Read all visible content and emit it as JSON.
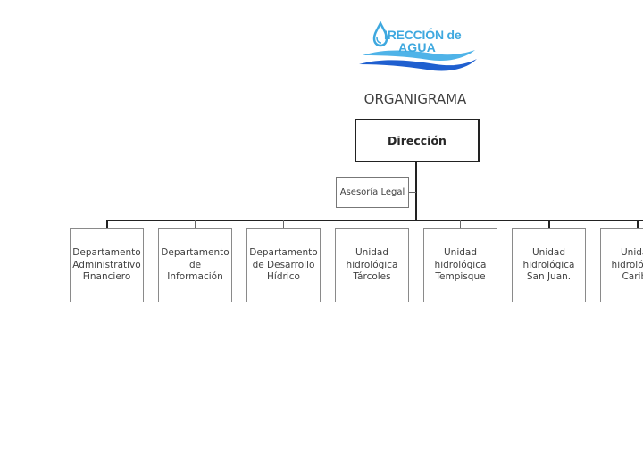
{
  "logo": {
    "line1": "IRECCIÓN de",
    "line2": "AGUA",
    "icon": "water-drop-icon",
    "colors": {
      "text": "#3ea8df",
      "wave_dark": "#1f5fcf",
      "wave_light": "#4fb3e8"
    }
  },
  "title": "ORGANIGRAMA",
  "chart": {
    "root": {
      "label": "Dirección"
    },
    "staff": {
      "label": "Asesoría Legal"
    },
    "units": [
      {
        "label": "Departamento Administrativo Financiero"
      },
      {
        "label": "Departamento de Información"
      },
      {
        "label": "Departamento de Desarrollo Hídrico"
      },
      {
        "label": "Unidad hidrológica Tárcoles"
      },
      {
        "label": "Unidad hidrológica Tempisque"
      },
      {
        "label": "Unidad hidrológica San Juan."
      },
      {
        "label": "Unidad hidrológica Caribe"
      }
    ]
  }
}
